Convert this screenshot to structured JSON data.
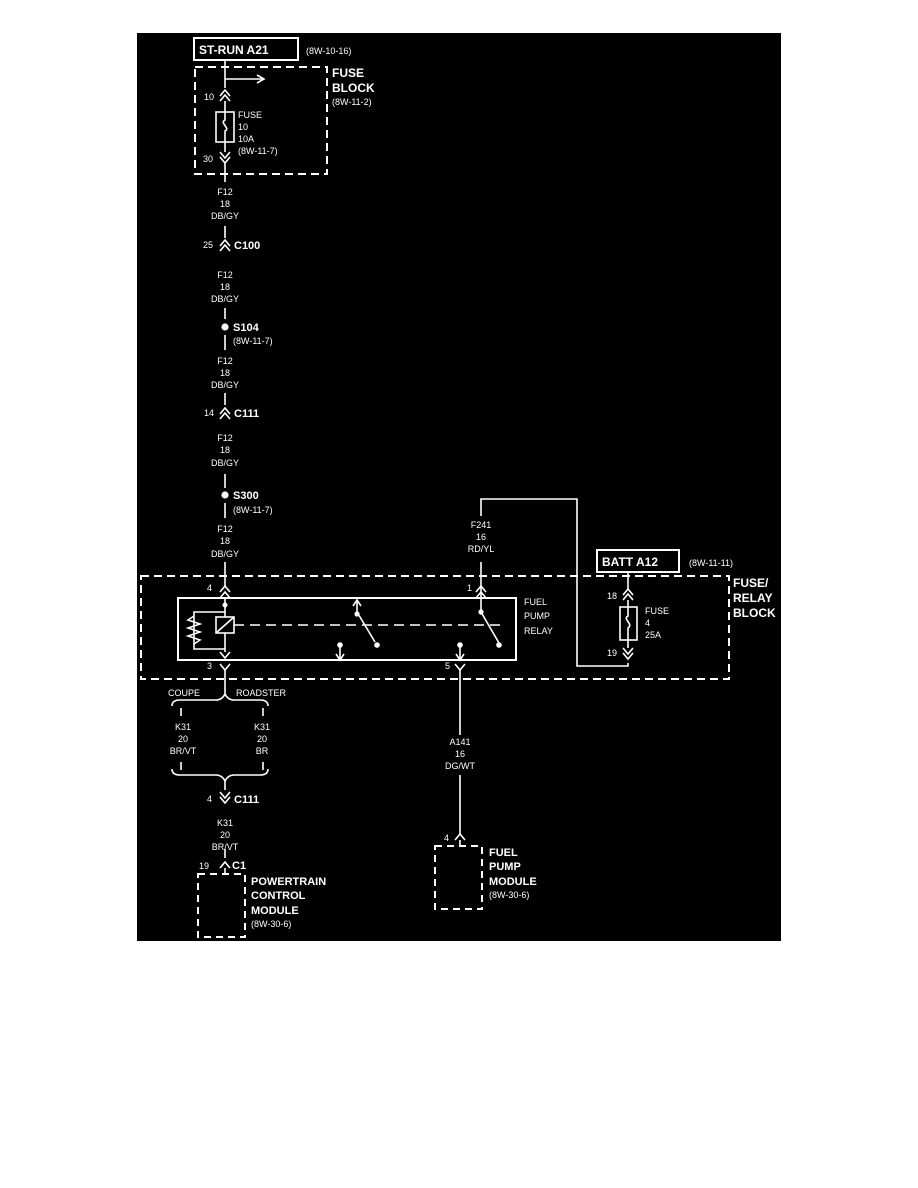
{
  "colors": {
    "background": "#000000",
    "foreground": "#ffffff",
    "page": "#ffffff"
  },
  "st_run": {
    "title": "ST-RUN A21",
    "ref": "(8W-10-16)"
  },
  "fuse_block": {
    "label_line1": "FUSE",
    "label_line2": "BLOCK",
    "ref": "(8W-11-2)",
    "pin_in": "10",
    "pin_out": "30",
    "fuse_line1": "FUSE",
    "fuse_line2": "10",
    "fuse_line3": "10A",
    "fuse_ref": "(8W-11-7)"
  },
  "wires": {
    "w1": {
      "circuit": "F12",
      "gauge": "18",
      "color": "DB/GY"
    },
    "w2": {
      "circuit": "F12",
      "gauge": "18",
      "color": "DB/GY"
    },
    "w3": {
      "circuit": "F12",
      "gauge": "18",
      "color": "DB/GY"
    },
    "w4": {
      "circuit": "F12",
      "gauge": "18",
      "color": "DB/GY"
    },
    "w5": {
      "circuit": "F12",
      "gauge": "18",
      "color": "DB/GY"
    },
    "f241": {
      "circuit": "F241",
      "gauge": "16",
      "color": "RD/YL"
    },
    "k31_coupe": {
      "circuit": "K31",
      "gauge": "20",
      "color": "BR/VT"
    },
    "k31_roadster": {
      "circuit": "K31",
      "gauge": "20",
      "color": "BR"
    },
    "a141": {
      "circuit": "A141",
      "gauge": "16",
      "color": "DG/WT"
    },
    "k31_pcm": {
      "circuit": "K31",
      "gauge": "20",
      "color": "BR/VT"
    }
  },
  "connectors": {
    "c100": {
      "name": "C100",
      "pin": "25"
    },
    "c111_top": {
      "name": "C111",
      "pin": "14"
    },
    "c111_bottom": {
      "name": "C111",
      "pin": "4"
    },
    "c1": {
      "name": "C1",
      "pin": "19"
    }
  },
  "splices": {
    "s104": {
      "name": "S104",
      "ref": "(8W-11-7)"
    },
    "s300": {
      "name": "S300",
      "ref": "(8W-11-7)"
    }
  },
  "batt": {
    "title": "BATT A12",
    "ref": "(8W-11-11)"
  },
  "relay_block": {
    "label_line1": "FUSE/",
    "label_line2": "RELAY",
    "label_line3": "BLOCK",
    "relay_line1": "FUEL",
    "relay_line2": "PUMP",
    "relay_line3": "RELAY",
    "pin4": "4",
    "pin1": "1",
    "pin3": "3",
    "pin5": "5",
    "pin18": "18",
    "pin19": "19",
    "fuse_line1": "FUSE",
    "fuse_line2": "4",
    "fuse_line3": "25A"
  },
  "variants": {
    "coupe": "COUPE",
    "roadster": "ROADSTER"
  },
  "fuel_pump_module": {
    "pin": "4",
    "line1": "FUEL",
    "line2": "PUMP",
    "line3": "MODULE",
    "ref": "(8W-30-6)"
  },
  "pcm": {
    "line1": "POWERTRAIN",
    "line2": "CONTROL",
    "line3": "MODULE",
    "ref": "(8W-30-6)"
  }
}
